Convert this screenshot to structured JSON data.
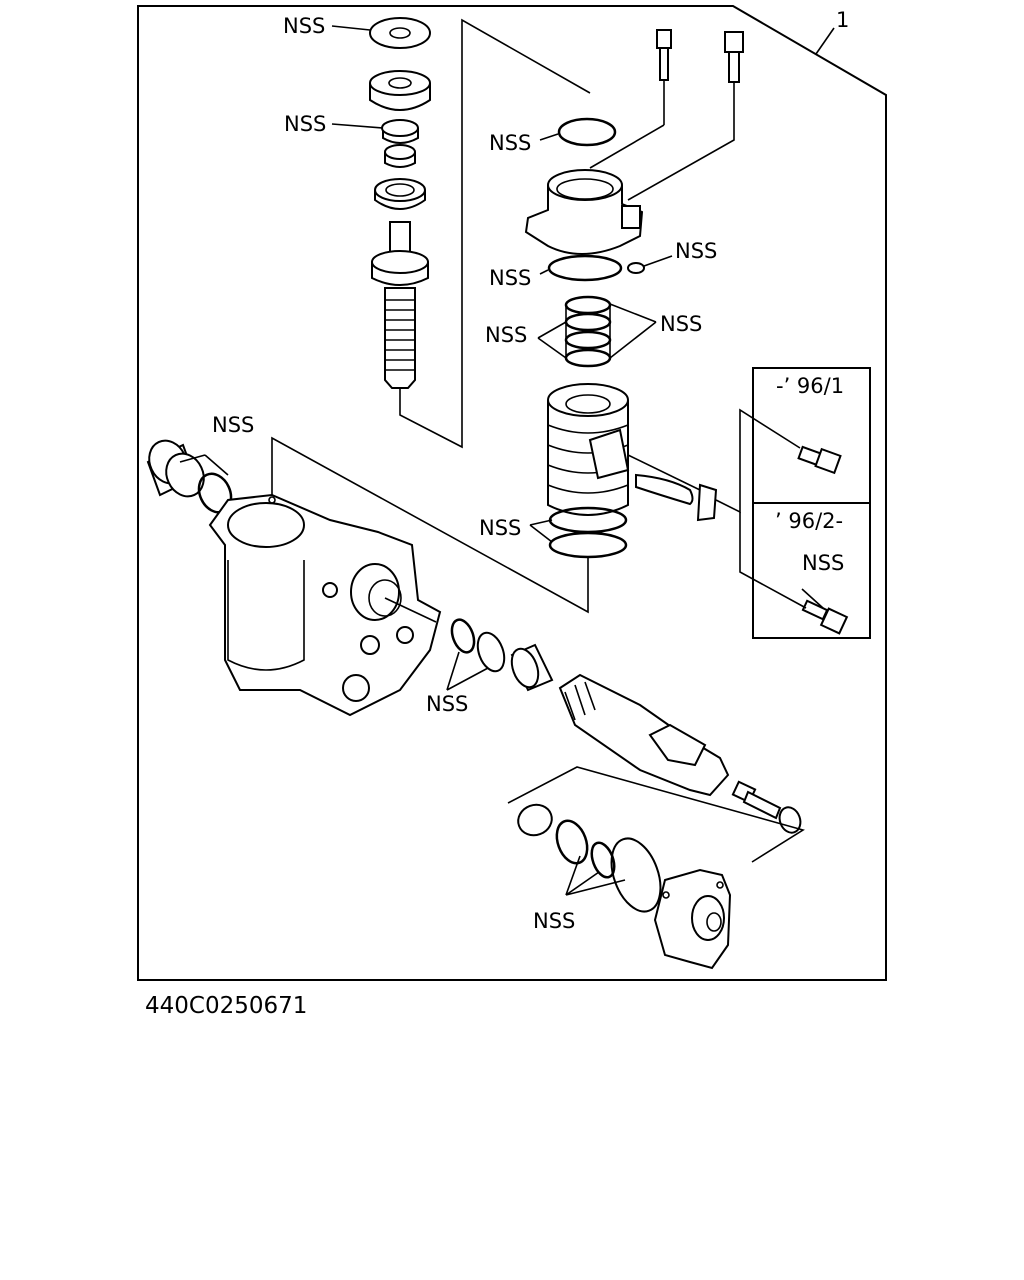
{
  "diagram": {
    "callout_number": "1",
    "nss_label": "NSS",
    "inset_top_label": "-’ 96/1",
    "inset_bottom_label": "’ 96/2-",
    "drawing_code": "440C0250671"
  }
}
